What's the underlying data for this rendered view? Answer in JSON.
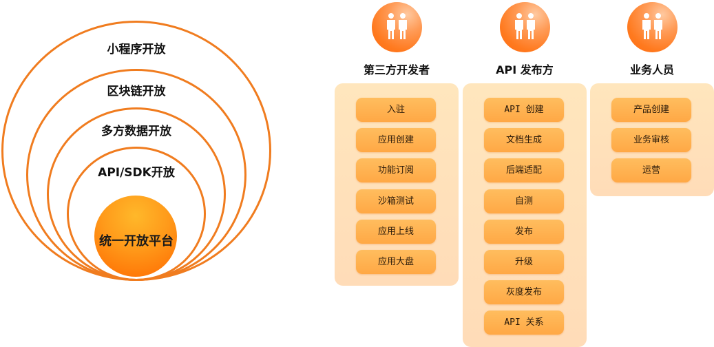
{
  "rings": {
    "layers": [
      {
        "label": "小程序开放"
      },
      {
        "label": "区块链开放"
      },
      {
        "label": "多方数据开放"
      },
      {
        "label": "API/SDK开放"
      }
    ],
    "core": {
      "label": "统一开放平台"
    },
    "colors": {
      "ring": "#f07c1f",
      "core_top": "#ffb82a",
      "core_bottom": "#ff6a00"
    }
  },
  "roles": [
    {
      "icon": "two-people-icon",
      "title": "第三方开发者",
      "steps": [
        "入驻",
        "应用创建",
        "功能订阅",
        "沙箱测试",
        "应用上线",
        "应用大盘"
      ]
    },
    {
      "icon": "two-people-icon",
      "title": "API 发布方",
      "steps": [
        "API 创建",
        "文档生成",
        "后端适配",
        "自测",
        "发布",
        "升级",
        "灰度发布",
        "API 关系"
      ]
    },
    {
      "icon": "two-people-icon",
      "title": "业务人员",
      "steps": [
        "产品创建",
        "业务审核",
        "运营"
      ]
    }
  ],
  "colors": {
    "panel_bg": "#ffe3bb",
    "step_bg": "#ffb050",
    "icon_bg": "#ff7a1f"
  }
}
